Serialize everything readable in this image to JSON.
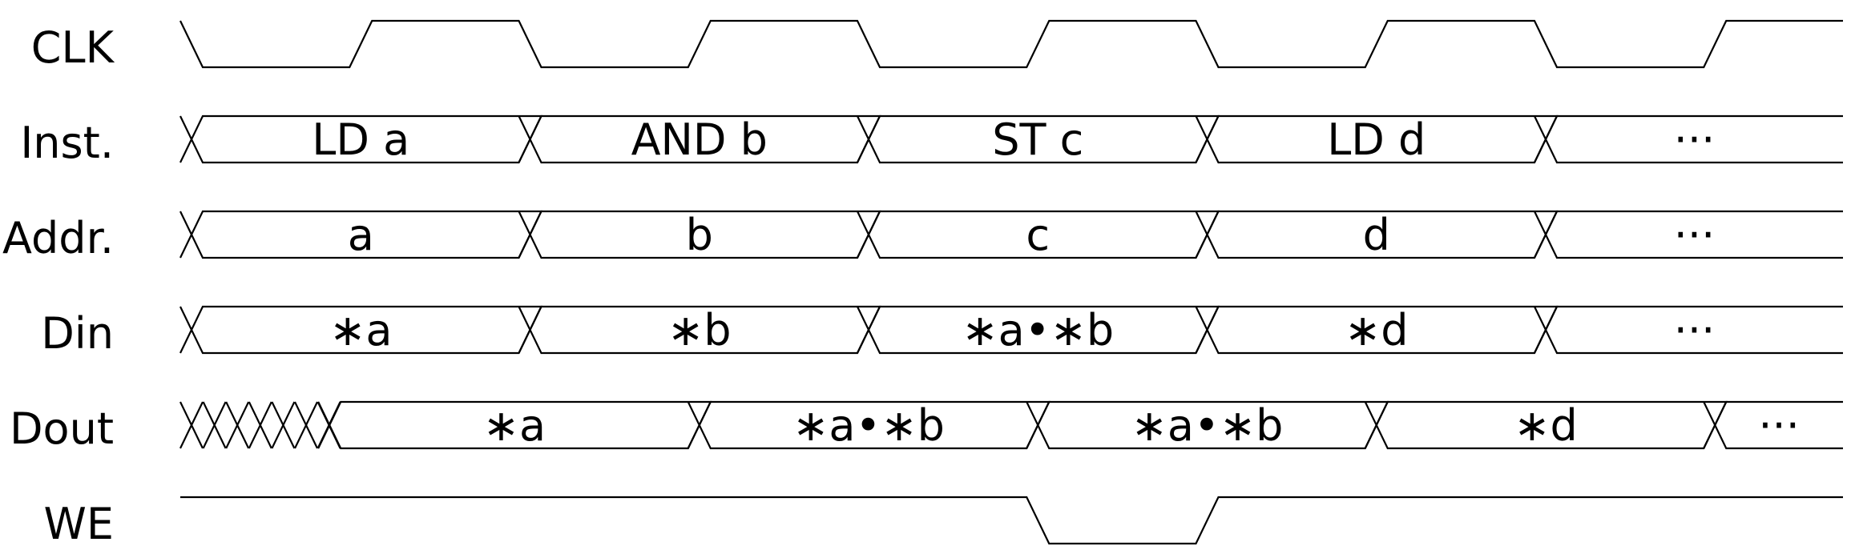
{
  "signals": [
    {
      "id": "clk",
      "label": "CLK",
      "kind": "clock",
      "first_edge": "fall",
      "half_period_count": 10
    },
    {
      "id": "inst",
      "label": "Inst.",
      "kind": "bus",
      "unknown_prefix": 0,
      "values": [
        "LD a",
        "AND b",
        "ST c",
        "LD d",
        "···"
      ]
    },
    {
      "id": "addr",
      "label": "Addr.",
      "kind": "bus",
      "unknown_prefix": 0,
      "values": [
        "a",
        "b",
        "c",
        "d",
        "···"
      ]
    },
    {
      "id": "din",
      "label": "Din",
      "kind": "bus",
      "unknown_prefix": 0,
      "values": [
        "∗a",
        "∗b",
        "∗a•∗b",
        "∗d",
        "···"
      ]
    },
    {
      "id": "dout",
      "label": "Dout",
      "kind": "bus",
      "unknown_prefix": 7,
      "values": [
        "∗a",
        "∗a•∗b",
        "∗a•∗b",
        "∗d",
        "···"
      ]
    },
    {
      "id": "we",
      "label": "WE",
      "kind": "pulse",
      "initial": "high",
      "low_during_cycle": 3
    }
  ],
  "colors": {
    "line": "#000000",
    "background": "#ffffff"
  }
}
